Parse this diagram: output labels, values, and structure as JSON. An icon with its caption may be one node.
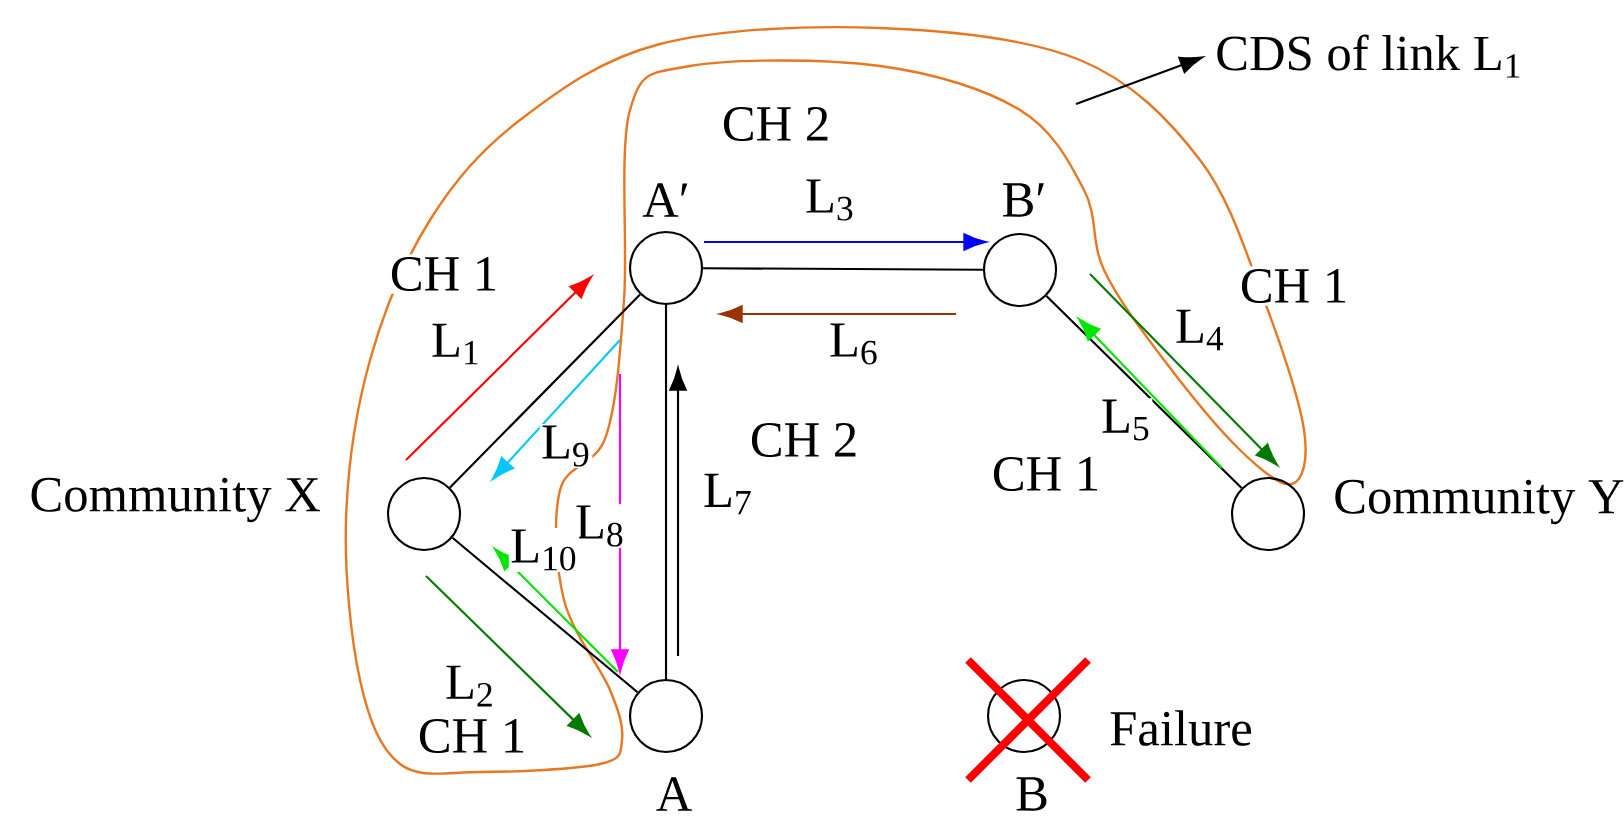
{
  "diagram": {
    "nodes": [
      {
        "text": [
          "CDS of link L$_{1}$"
        ]
      },
      {
        "text": [],
        "shape": "circle",
        "beside": [
          "Community X"
        ]
      },
      {
        "text": [],
        "shape": "circle",
        "beside": [
          "A′"
        ]
      },
      {
        "text": [],
        "shape": "circle",
        "beside": [
          "B′"
        ]
      },
      {
        "text": [],
        "shape": "circle",
        "beside": [
          "Community Y"
        ]
      },
      {
        "text": [],
        "shape": "circle",
        "beside": [
          "A"
        ]
      },
      {
        "text": [],
        "shape": "circle",
        "beside": [
          "B",
          "Failure"
        ]
      }
    ],
    "edges": [
      {
        "from": 1,
        "to": 2,
        "arrow": "none"
      },
      {
        "from": 1,
        "to": 5,
        "arrow": "none"
      },
      {
        "from": 2,
        "to": 5,
        "arrow": "none"
      },
      {
        "from": 2,
        "to": 3,
        "arrow": "none"
      },
      {
        "from": 3,
        "to": 4,
        "arrow": "none"
      },
      {
        "from": 1,
        "to": 2,
        "arrow": "to",
        "label": "L$_{1}$",
        "color": "#ff0000"
      },
      {
        "from": 1,
        "to": 5,
        "arrow": "to",
        "label": "L$_{2}$",
        "color": "#007a00"
      },
      {
        "from": 2,
        "to": 3,
        "arrow": "to",
        "label": "L$_{3}$",
        "color": "#0000ff"
      },
      {
        "from": 3,
        "to": 4,
        "arrow": "to",
        "label": "L$_{4}$",
        "color": "#007a00"
      },
      {
        "from": 4,
        "to": 3,
        "arrow": "to",
        "label": "L$_{5}$",
        "color": "#00e600"
      },
      {
        "from": 3,
        "to": 2,
        "arrow": "to",
        "label": "L$_{6}$",
        "color": "#993300"
      },
      {
        "from": 5,
        "to": 2,
        "arrow": "to",
        "label": "L$_{7}$"
      },
      {
        "from": 2,
        "to": 5,
        "arrow": "to",
        "label": "L$_{8}$",
        "color": "#ff00ff"
      },
      {
        "from": 2,
        "to": 1,
        "arrow": "to",
        "label": "L$_{9}$",
        "color": "#00c8ff"
      },
      {
        "from": 5,
        "to": 1,
        "arrow": "to",
        "label": "L$_{10}$",
        "color": "#00e600"
      },
      {
        "from": null,
        "to": 0,
        "arrow": "to"
      }
    ],
    "labels": [
      "CH 2",
      "CH 1",
      "CH 2",
      "CH 1",
      "CH 1",
      "CH 1"
    ]
  }
}
